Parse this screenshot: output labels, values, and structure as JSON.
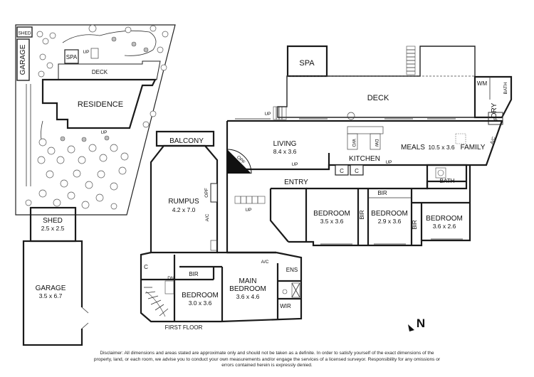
{
  "site_plan": {
    "shed": "SHED",
    "garage": "GARAGE",
    "spa": "SPA",
    "up": "UP",
    "deck": "DECK",
    "residence": "RESIDENCE"
  },
  "outbuildings": {
    "shed": {
      "name": "SHED",
      "dims": "2.5 x 2.5"
    },
    "garage": {
      "name": "GARAGE",
      "dims": "3.5 x 6.7"
    }
  },
  "main_floor": {
    "spa": "SPA",
    "deck": "DECK",
    "wm": "WM",
    "bath_upper": "BATH",
    "ldry": "LDRY",
    "c_ldry": "C",
    "living": {
      "name": "LIVING",
      "dims": "8.4 x 3.6"
    },
    "kitchen": "KITCHEN",
    "meals": "MEALS",
    "family": {
      "name": "FAMILY",
      "dims": "10.5 x 3.6"
    },
    "ac": "A/C",
    "opf": "OPF",
    "dw": "DW",
    "wo": "WO",
    "c1": "C",
    "c2": "C",
    "entry": "ENTRY",
    "up_labels": [
      "UP",
      "UP",
      "UP",
      "UP"
    ],
    "bir1": "BIR",
    "bir2": "BIR",
    "bir3": "BIR",
    "bath": "BATH",
    "bedroom1": {
      "name": "BEDROOM",
      "dims": "3.5 x 3.6"
    },
    "bedroom2": {
      "name": "BEDROOM",
      "dims": "2.9 x 3.6"
    },
    "bedroom3": {
      "name": "BEDROOM",
      "dims": "3.6 x 2.6"
    }
  },
  "first_floor": {
    "balcony": "BALCONY",
    "rumpus": {
      "name": "RUMPUS",
      "dims": "4.2 x 7.0"
    },
    "opf": "OPF",
    "ac_rumpus": "A/C",
    "c": "C",
    "dn": "DN",
    "bir": "BIR",
    "bedroom": {
      "name": "BEDROOM",
      "dims": "3.0 x 3.6"
    },
    "main_bedroom": {
      "name": "MAIN",
      "name2": "BEDROOM",
      "dims": "3.6 x 4.6"
    },
    "ac_main": "A/C",
    "ens": "ENS",
    "wir": "WIR",
    "floor_label": "FIRST FLOOR"
  },
  "compass": "N",
  "disclaimer": "Disclaimer: All dimensions and areas stated are approximate only and should not be taken as a definite. In order to satisfy yourself of the exact dimensions of the property, land, or each room, we advise you to conduct your own measurements and/or engage the services of a licensed surveyor. Responsibility for any omissions or errors contained herein is expressly denied."
}
